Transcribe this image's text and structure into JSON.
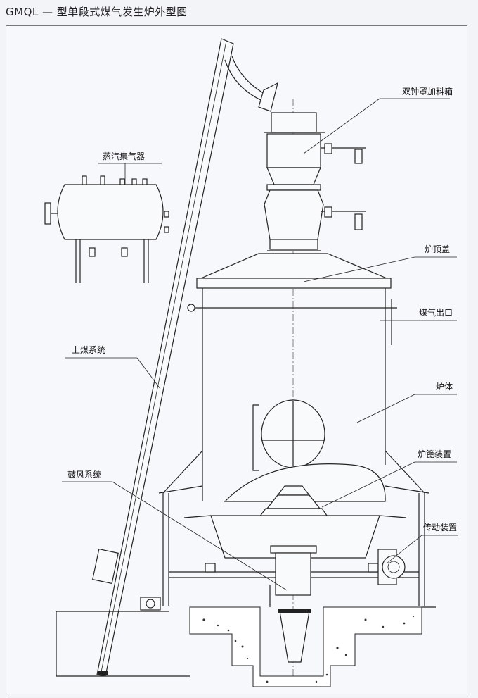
{
  "title": "GMQL — 型单段式煤气发生炉外型图",
  "labels": {
    "bell_feeder": "双钟罩加料箱",
    "steam_collector": "蒸汽集气器",
    "furnace_top": "炉顶盖",
    "gas_outlet": "煤气出口",
    "coal_system": "上煤系统",
    "furnace_body": "炉体",
    "grate": "炉篦装置",
    "blower": "鼓风系统",
    "drive": "传动装置"
  }
}
